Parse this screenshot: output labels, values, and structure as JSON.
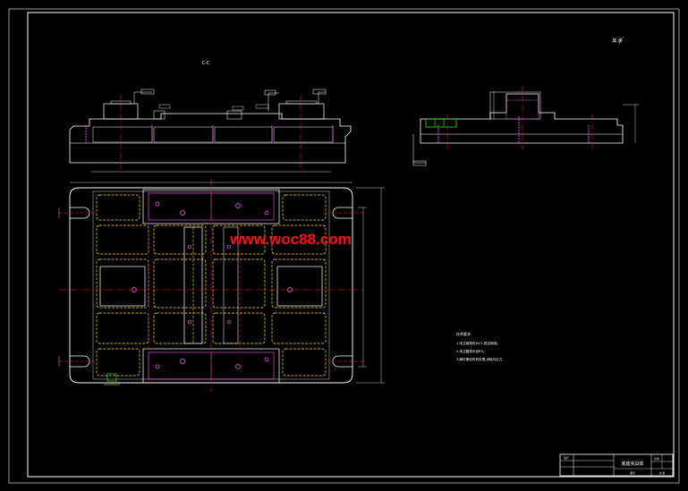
{
  "drawing": {
    "background": "#000000",
    "colors": {
      "outline": "#ffffff",
      "centerline": "#ff2020",
      "hidden": "#ffe040",
      "dimension": "#20d0ff",
      "part_line": "#ff60ff",
      "green": "#30ff30",
      "watermark": "#ff1010"
    },
    "section_label": "C-C",
    "roughness_note": "其 余",
    "watermark": "www.woc88.com",
    "notes": {
      "title": "技术要求",
      "lines": [
        "1.未注倒角均为C1,锐边倒钝。",
        "2.未注圆角半径R3。",
        "3.铸件需经时效处理,消除内应力。"
      ]
    },
    "title_block": {
      "main_title": "底座夹具体",
      "label_small_1": "比例",
      "label_small_2": "共 张",
      "bottom_label": "设计",
      "sheet_label": "图号"
    }
  }
}
